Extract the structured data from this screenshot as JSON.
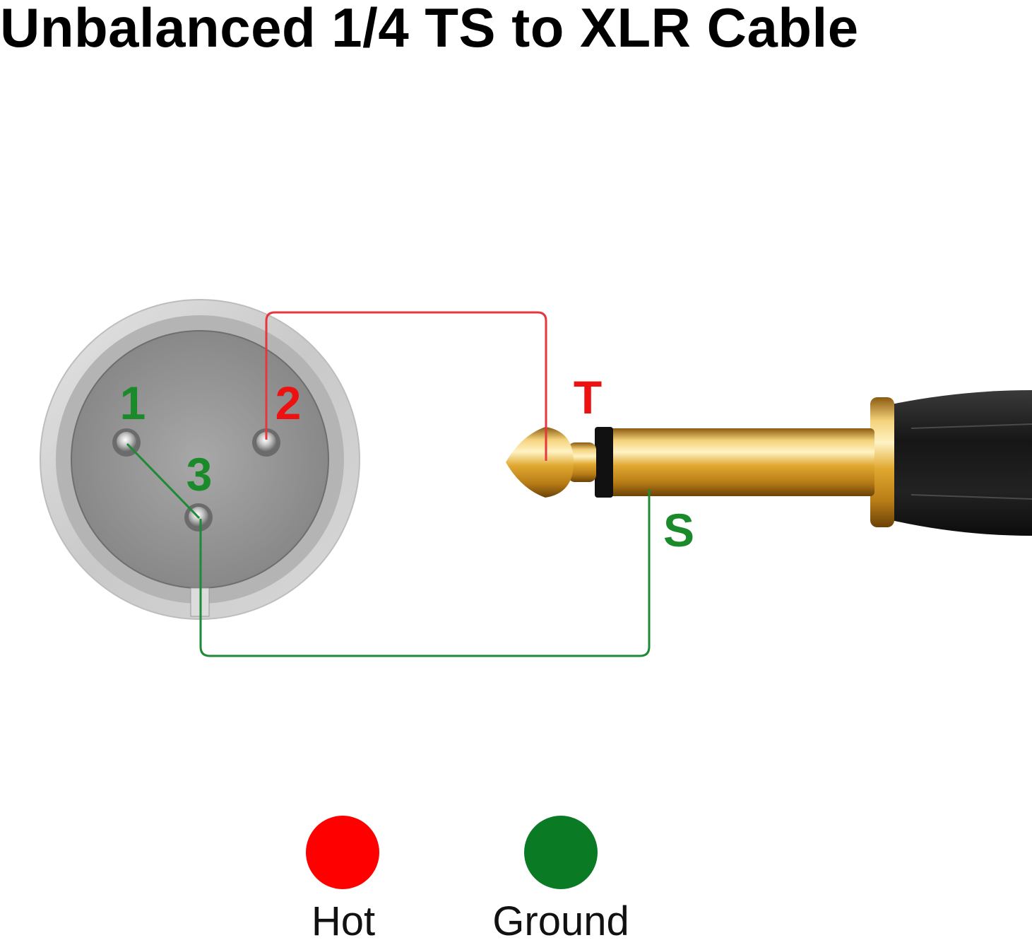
{
  "title": "Unbalanced 1/4 TS to XLR Cable",
  "xlr": {
    "pins": [
      {
        "label": "1",
        "color": "#1a8a2a"
      },
      {
        "label": "2",
        "color": "#ee1111"
      },
      {
        "label": "3",
        "color": "#1a8a2a"
      }
    ]
  },
  "plug": {
    "tip_label": "T",
    "tip_color": "#ee1111",
    "sleeve_label": "S",
    "sleeve_color": "#1a8a2a"
  },
  "legend": [
    {
      "label": "Hot",
      "color": "#ff0000",
      "icon": "red-dot"
    },
    {
      "label": "Ground",
      "color": "#0b7a25",
      "icon": "green-dot"
    }
  ]
}
